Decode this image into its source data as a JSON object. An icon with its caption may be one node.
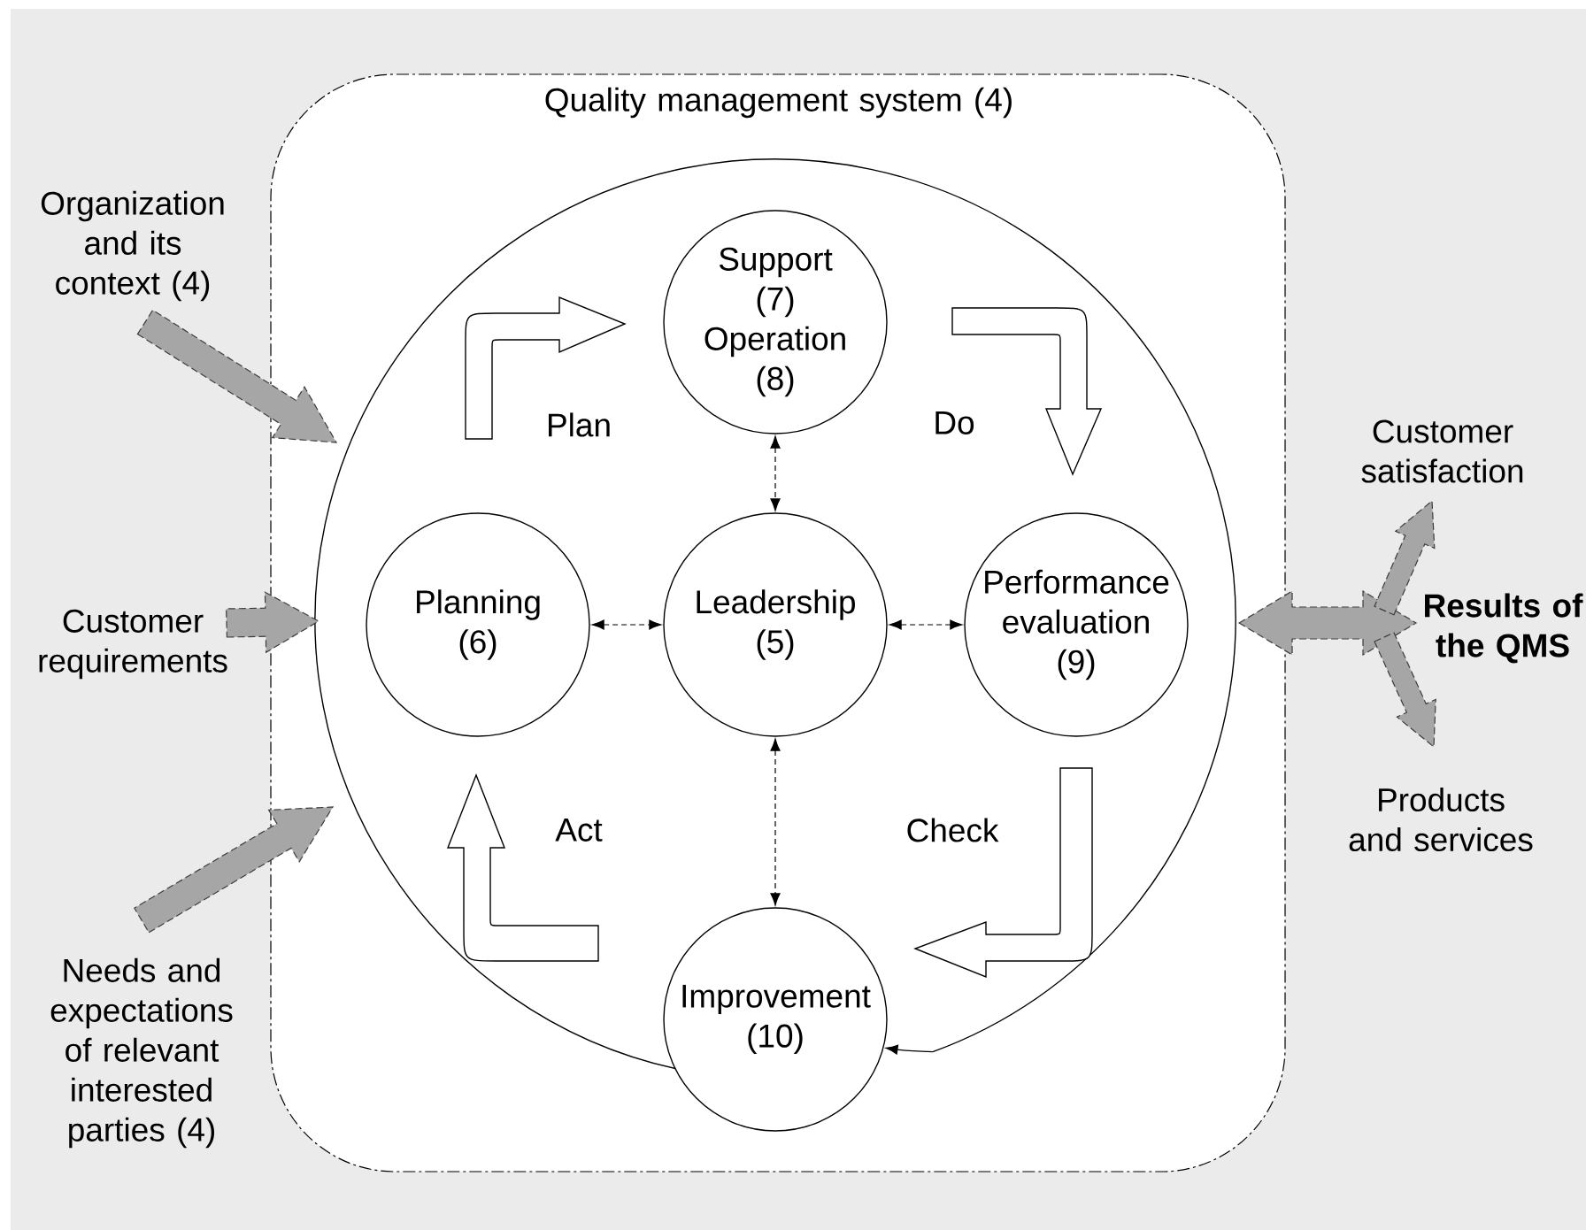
{
  "diagram": {
    "nodes": [
      {
        "text": [
          "Quality management system (4)"
        ]
      },
      {
        "text": [],
        "shape": "circle",
        "in": 0
      },
      {
        "text": [
          "Support (7)",
          "Operation (8)"
        ],
        "in": 1
      },
      {
        "text": [
          "Planning (6)"
        ],
        "in": 1
      },
      {
        "text": [
          "Leadership (5)"
        ],
        "in": 1
      },
      {
        "text": [
          "Performance evaluation (9)"
        ],
        "in": 1
      },
      {
        "text": [
          "Improvement (10)"
        ],
        "in": 0
      },
      {
        "text": [
          "Organization and its context (4)"
        ]
      },
      {
        "text": [
          "Customer requirements"
        ]
      },
      {
        "text": [
          "Needs and expectations of relevant interested parties (4)"
        ]
      },
      {
        "text": [
          "Results of the QMS"
        ]
      },
      {
        "text": [
          "Customer satisfaction"
        ]
      },
      {
        "text": [
          "Products and services"
        ]
      }
    ],
    "edges": [
      {
        "from": 2,
        "to": 4,
        "arrow": "both",
        "style": "dashed"
      },
      {
        "from": 3,
        "to": 4,
        "arrow": "both",
        "style": "dashed"
      },
      {
        "from": 4,
        "to": 5,
        "arrow": "both",
        "style": "dashed"
      },
      {
        "from": 4,
        "to": 6,
        "arrow": "both",
        "style": "dashed"
      },
      {
        "from": 3,
        "to": 2,
        "arrow": "to",
        "style": "thick",
        "label": "Plan"
      },
      {
        "from": 2,
        "to": 5,
        "arrow": "to",
        "style": "thick",
        "label": "Do"
      },
      {
        "from": 5,
        "to": 6,
        "arrow": "to",
        "style": "thick",
        "label": "Check"
      },
      {
        "from": 6,
        "to": 3,
        "arrow": "to",
        "style": "thick",
        "label": "Act"
      },
      {
        "from": 1,
        "to": 6,
        "arrow": "to"
      },
      {
        "from": 7,
        "to": 1,
        "arrow": "to",
        "style": "dashed",
        "color": "#a6a6a6"
      },
      {
        "from": 8,
        "to": 1,
        "arrow": "to",
        "style": "dashed",
        "color": "#a6a6a6"
      },
      {
        "from": 9,
        "to": 1,
        "arrow": "to",
        "style": "dashed",
        "color": "#a6a6a6"
      },
      {
        "from": 1,
        "to": 10,
        "arrow": "both",
        "style": "dashed",
        "color": "#a6a6a6"
      },
      {
        "from": 10,
        "to": 11,
        "arrow": "to",
        "style": "dashed",
        "color": "#a6a6a6"
      },
      {
        "from": 10,
        "to": 12,
        "arrow": "to",
        "style": "dashed",
        "color": "#a6a6a6"
      }
    ]
  }
}
